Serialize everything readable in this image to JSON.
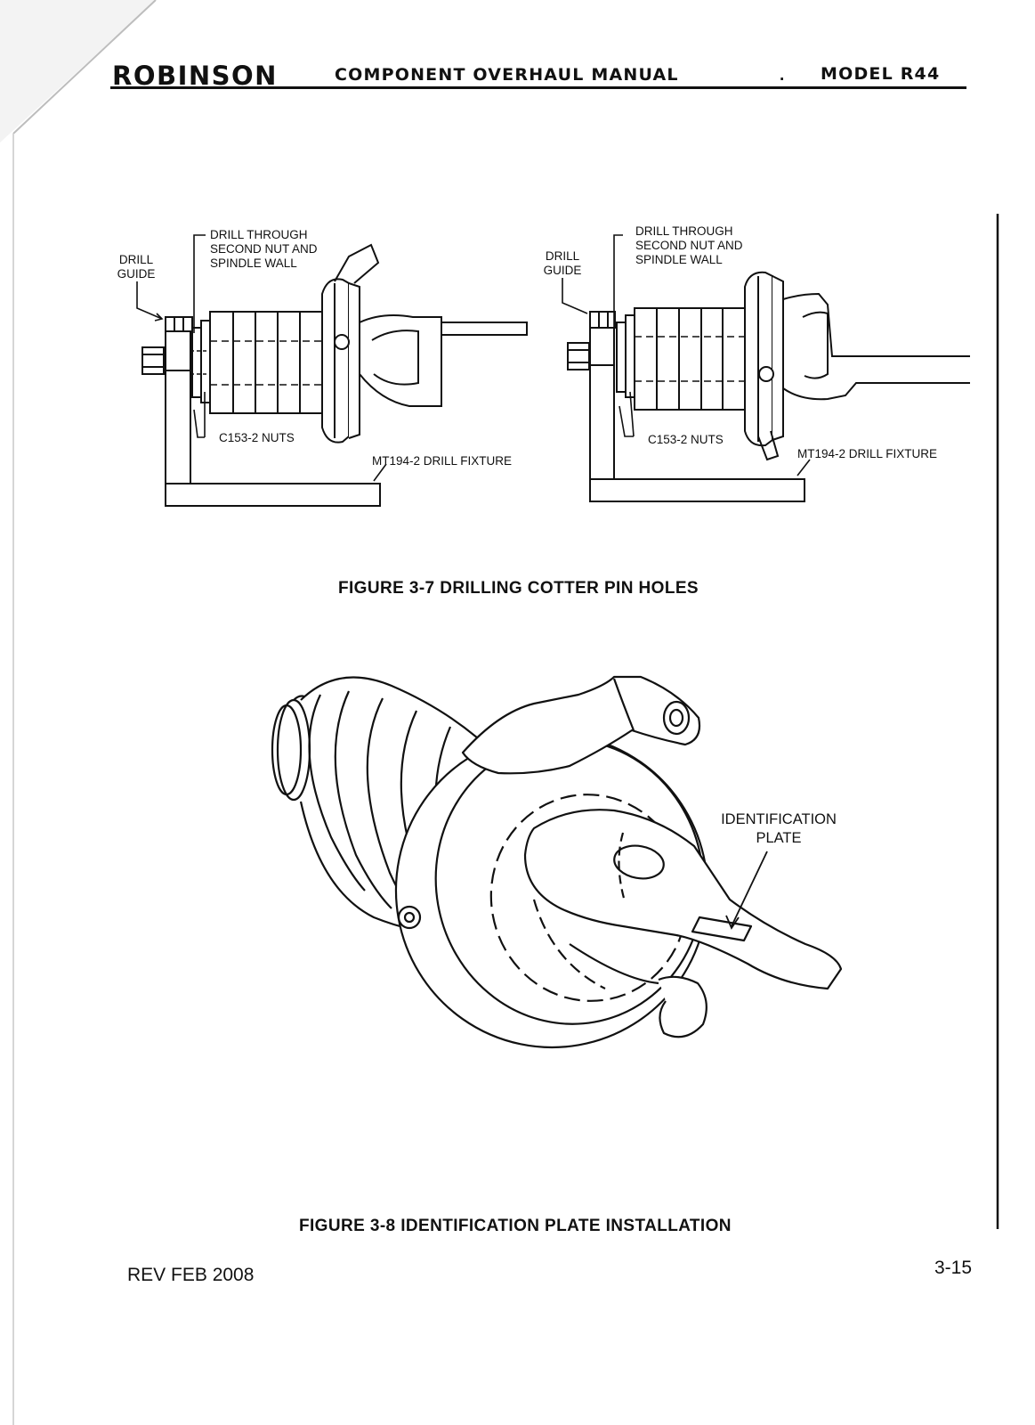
{
  "header": {
    "brand": "ROBINSON",
    "title": "COMPONENT OVERHAUL MANUAL",
    "separator": ".",
    "model": "MODEL R44"
  },
  "figure_3_7": {
    "caption": "FIGURE 3-7  DRILLING COTTER PIN HOLES",
    "left_view": {
      "drill_guide": [
        "DRILL",
        "GUIDE"
      ],
      "drill_through": [
        "DRILL THROUGH",
        "SECOND NUT AND",
        "SPINDLE WALL"
      ],
      "nuts": "C153-2 NUTS",
      "fixture": "MT194-2 DRILL FIXTURE"
    },
    "right_view": {
      "drill_guide": [
        "DRILL",
        "GUIDE"
      ],
      "drill_through": [
        "DRILL THROUGH",
        "SECOND NUT AND",
        "SPINDLE WALL"
      ],
      "nuts": "C153-2 NUTS",
      "fixture": "MT194-2 DRILL FIXTURE"
    }
  },
  "figure_3_8": {
    "caption": "FIGURE 3-8  IDENTIFICATION PLATE INSTALLATION",
    "label": [
      "IDENTIFICATION",
      "PLATE"
    ]
  },
  "footer": {
    "revision": "REV FEB 2008",
    "page_number": "3-15"
  }
}
